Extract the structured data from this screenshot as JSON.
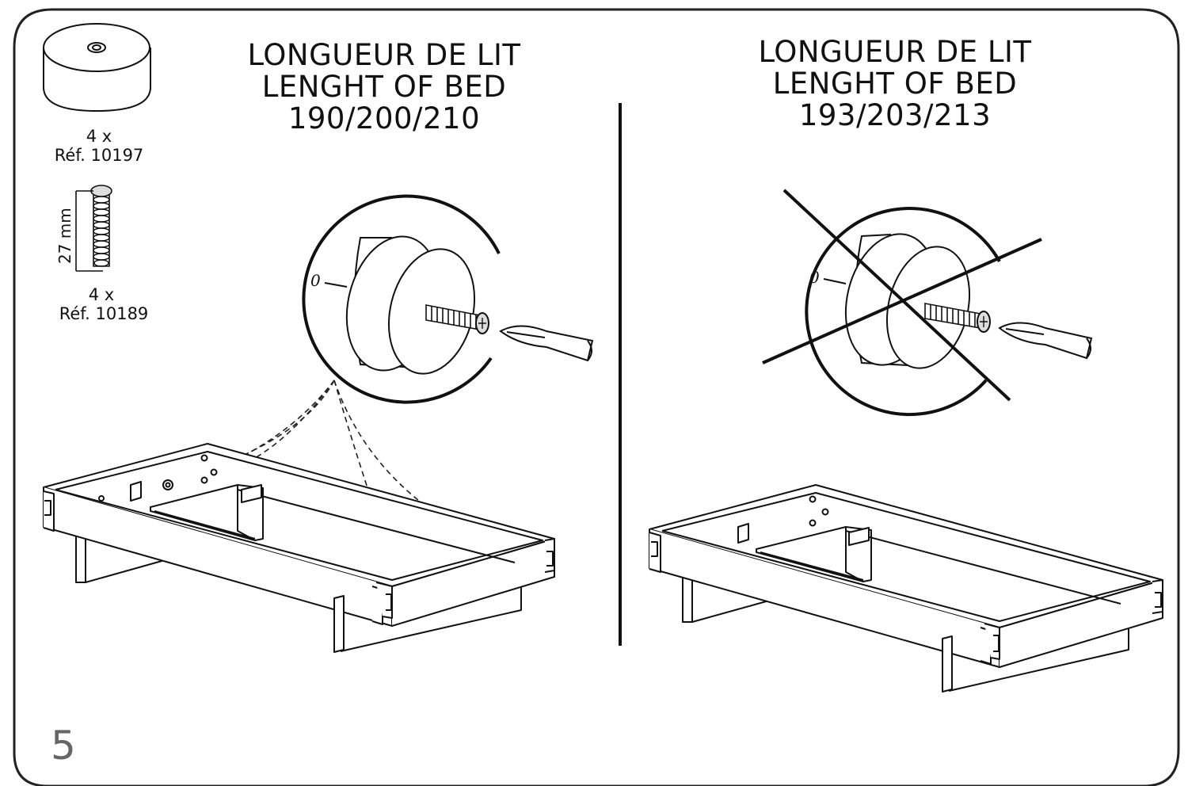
{
  "left_panel": {
    "heading_lines": [
      "LONGUEUR DE LIT",
      "LENGHT OF BED",
      "190/200/210"
    ],
    "detail_label": "0"
  },
  "right_panel": {
    "heading_lines": [
      "LONGUEUR DE LIT",
      "LENGHT OF BED",
      "193/203/213"
    ],
    "detail_label": "0",
    "crossed_out": true
  },
  "parts": [
    {
      "name": "foot-pad",
      "quantity": "4 x",
      "reference": "Réf. 10197"
    },
    {
      "name": "screw",
      "quantity": "4 x",
      "reference": "Réf. 10189",
      "dimension": "27 mm"
    }
  ],
  "step_number": "5"
}
